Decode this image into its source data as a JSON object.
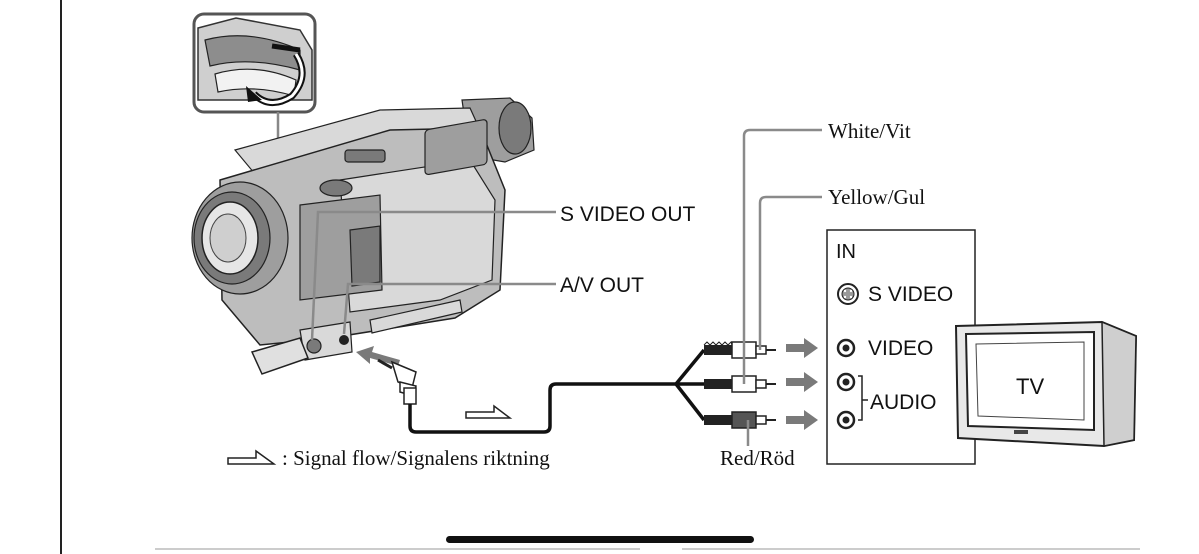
{
  "labels": {
    "s_video_out": "S VIDEO OUT",
    "av_out": "A/V OUT",
    "white": "White/Vit",
    "yellow": "Yellow/Gul",
    "red": "Red/Röd",
    "signal_flow": ": Signal flow/Signalens riktning",
    "in": "IN",
    "s_video": "S VIDEO",
    "video": "VIDEO",
    "audio": "AUDIO",
    "tv": "TV"
  }
}
